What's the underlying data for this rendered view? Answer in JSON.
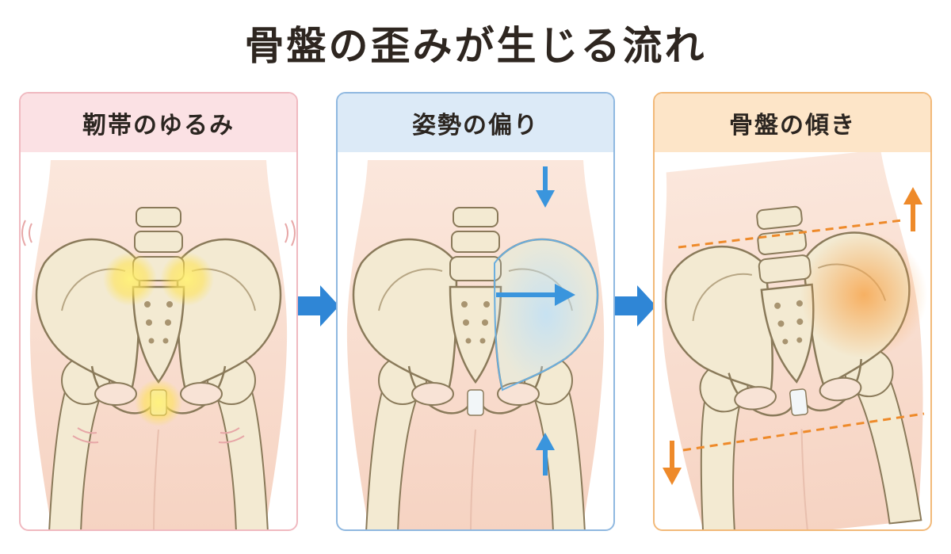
{
  "title": "骨盤の歪みが生じる流れ",
  "colors": {
    "panel1_border": "#f0b9c0",
    "panel1_header": "#fbe1e4",
    "panel2_border": "#8fb8e0",
    "panel2_header": "#dceaf7",
    "panel3_border": "#f2b979",
    "panel3_header": "#fde5c8",
    "flow_arrow": "#2f86d6",
    "accent_blue": "#3a95dd",
    "accent_orange": "#ee8a2a",
    "glow_yellow": "#ffe24d"
  },
  "panels": [
    {
      "label": "靭帯のゆるみ",
      "icon": "loose-ligament-pelvis-illustration"
    },
    {
      "label": "姿勢の偏り",
      "icon": "posture-imbalance-pelvis-illustration"
    },
    {
      "label": "骨盤の傾き",
      "icon": "tilted-pelvis-illustration"
    }
  ]
}
